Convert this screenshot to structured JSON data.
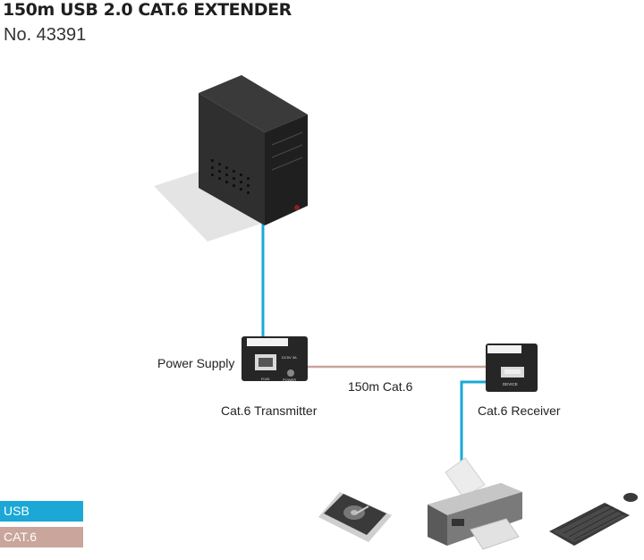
{
  "header": {
    "title": "150m USB 2.0 CAT.6 EXTENDER",
    "model_number": "No. 43391"
  },
  "labels": {
    "power_supply": "Power Supply",
    "transmitter": "Cat.6 Transmitter",
    "receiver": "Cat.6 Receiver",
    "cable": "150m Cat.6"
  },
  "device_text": {
    "rj45": "RJ45",
    "dc_input": "DC5V 3A",
    "power": "POWER",
    "device": "DEVICE"
  },
  "legend": [
    {
      "label": "USB",
      "color": "#1ba8d6"
    },
    {
      "label": "CAT.6",
      "color": "#c9a59b"
    }
  ],
  "colors": {
    "usb_cable": "#1ba8d6",
    "cat6_cable": "#c9a59b",
    "device_body": "#2b2b2b"
  }
}
